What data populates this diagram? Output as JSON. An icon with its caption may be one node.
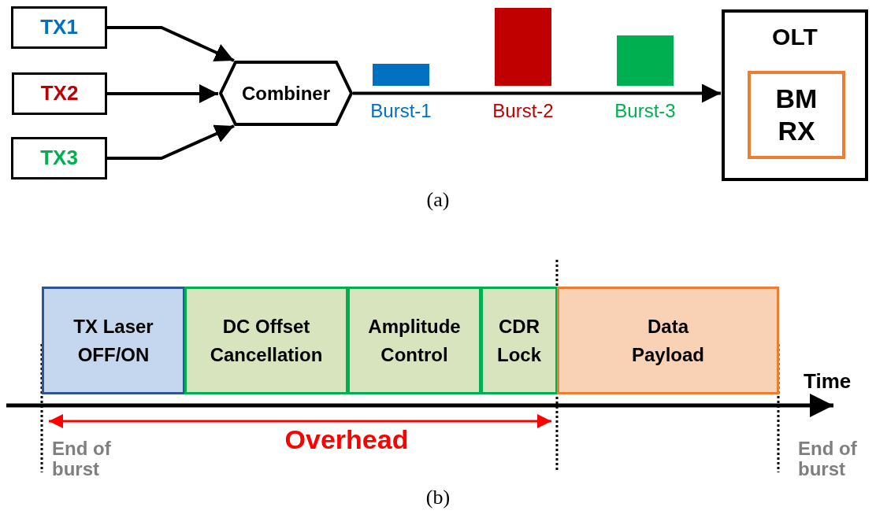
{
  "diagram": {
    "nodes": [
      {
        "text": [
          "TX1"
        ]
      },
      {
        "text": [
          "TX2"
        ]
      },
      {
        "text": [
          "TX3"
        ]
      },
      {
        "text": [
          "Combiner"
        ]
      },
      {
        "text": [],
        "shape": "bar",
        "beside": [
          "Burst-1"
        ]
      },
      {
        "text": [],
        "shape": "bar",
        "beside": [
          "Burst-2"
        ]
      },
      {
        "text": [],
        "shape": "bar",
        "beside": [
          "Burst-3"
        ]
      },
      {
        "text": [
          "OLT"
        ]
      },
      {
        "text": [
          "BM RX"
        ],
        "in": 7
      },
      {
        "text": [
          "TX Laser OFF/ON"
        ]
      },
      {
        "text": [
          "DC Offset Cancellation"
        ]
      },
      {
        "text": [
          "Amplitude Control"
        ]
      },
      {
        "text": [
          "CDR Lock"
        ]
      },
      {
        "text": [
          "Data Payload"
        ]
      }
    ],
    "edges": [
      {
        "from": 0,
        "to": 3,
        "arrow": "to"
      },
      {
        "from": 1,
        "to": 3,
        "arrow": "to"
      },
      {
        "from": 2,
        "to": 3,
        "arrow": "to"
      },
      {
        "from": 3,
        "to": 7,
        "arrow": "to"
      }
    ],
    "labels": [
      "(a)",
      "Time",
      "Overhead",
      "End of burst",
      "End of burst",
      "(b)"
    ]
  }
}
